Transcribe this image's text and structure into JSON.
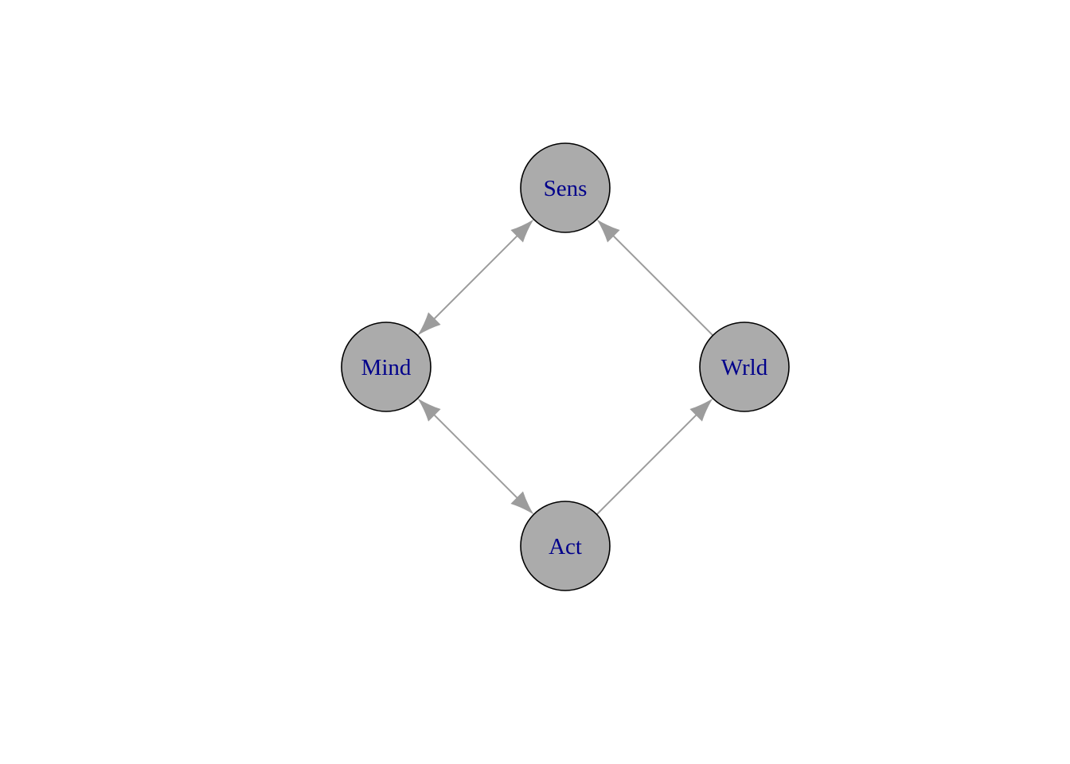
{
  "colors": {
    "node_fill": "#ababab",
    "node_stroke": "#000000",
    "label": "#00008b",
    "edge": "#9c9c9c",
    "background": "#ffffff"
  },
  "nodes": [
    {
      "id": "sens",
      "label": "Sens"
    },
    {
      "id": "mind",
      "label": "Mind"
    },
    {
      "id": "wrld",
      "label": "Wrld"
    },
    {
      "id": "act",
      "label": "Act"
    }
  ],
  "edges": [
    {
      "from": "mind",
      "to": "sens",
      "direction": "both"
    },
    {
      "from": "wrld",
      "to": "sens",
      "direction": "forward"
    },
    {
      "from": "mind",
      "to": "act",
      "direction": "both"
    },
    {
      "from": "act",
      "to": "wrld",
      "direction": "forward"
    }
  ]
}
